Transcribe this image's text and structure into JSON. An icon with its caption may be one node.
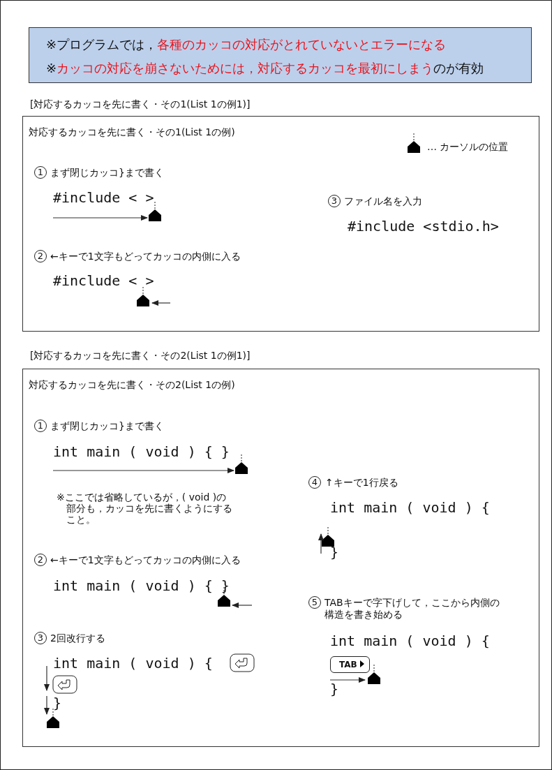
{
  "diagram": {
    "nodes": [
      {
        "text": [
          "※プログラムでは，**各種のカッコの対応がとれていないとエラーになる**",
          "※**カッコの対応を崩さないためには，対応するカッコを最初にしまう**のが有効"
        ]
      },
      {
        "text": [
          "[対応するカッコを先に書く・その1(List 1の例1)]",
          "対応するカッコを先に書く・その1(List 1の例)"
        ]
      },
      {
        "text": [
          "[対応するカッコを先に書く・その2(List 1の例1)]",
          "対応するカッコを先に書く・その2(List 1の例)"
        ]
      },
      {
        "text": [
          "TAB"
        ],
        "in": 2
      }
    ],
    "labels": [
      "1",
      "まず閉じカッコ}まで書く",
      "#include < >",
      "3",
      "ファイル名を入力",
      "#include <stdio.h>",
      "2",
      "←キーで1文字もどってカッコの内側に入る",
      "#include < >",
      "1",
      "まず閉じカッコ}まで書く",
      "int main ( void ) { }",
      "4",
      "↑キーで1行戻る",
      "int main ( void ) {",
      "}",
      "※ここでは省略しているが，( void )の部分も，カッコを先に書くようにすること。",
      "2",
      "←キーで1文字もどってカッコの内側に入る",
      "int main ( void ) { }",
      "5",
      "TABキーで字下げして，ここから内側の構造を書き始める",
      "int main ( void ) {",
      "}",
      "3",
      "2回改行する",
      "int main ( void ) {",
      "}"
    ],
    "legend": [
      {
        "text": "… カーソルの位置"
      }
    ]
  }
}
